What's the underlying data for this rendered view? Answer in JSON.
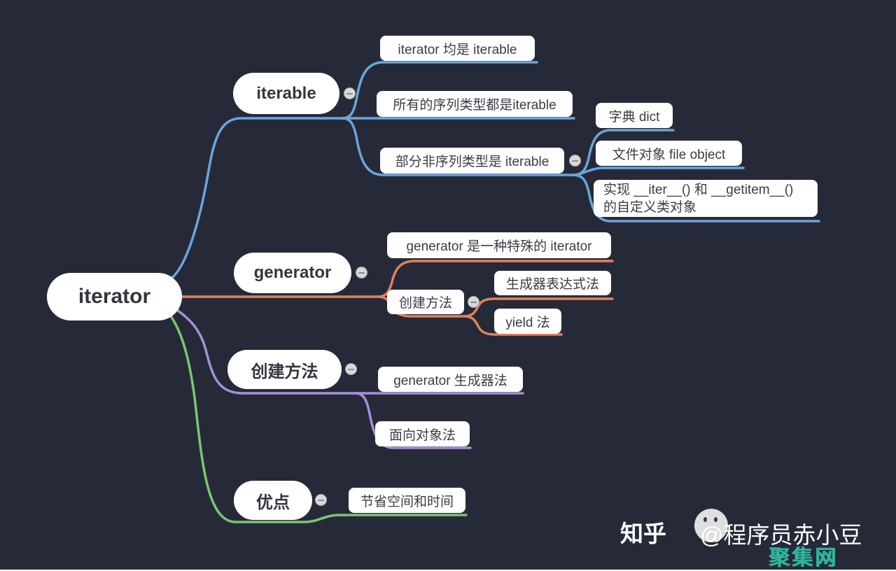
{
  "background": "#262a38",
  "root": {
    "label": "iterator"
  },
  "branches": [
    {
      "label": "iterable",
      "color": "#6BA5DB",
      "children": [
        {
          "label": "iterator 均是 iterable"
        },
        {
          "label": "所有的序列类型都是iterable"
        },
        {
          "label": "部分非序列类型是 iterable",
          "children": [
            {
              "label": "字典 dict"
            },
            {
              "label": "文件对象 file object"
            },
            {
              "label": "实现 __iter__() 和 __getitem__() 的自定义类对象",
              "line1": "实现 __iter__() 和 __getitem__()",
              "line2": "的自定义类对象"
            }
          ]
        }
      ]
    },
    {
      "label": "generator",
      "color": "#E2815A",
      "children": [
        {
          "label": "generator 是一种特殊的 iterator"
        },
        {
          "label": "创建方法",
          "children": [
            {
              "label": "生成器表达式法"
            },
            {
              "label": "yield 法"
            }
          ]
        }
      ]
    },
    {
      "label": "创建方法",
      "color": "#A78FD6",
      "children": [
        {
          "label": "generator 生成器法"
        },
        {
          "label": "面向对象法"
        }
      ]
    },
    {
      "label": "优点",
      "color": "#7CC472",
      "children": [
        {
          "label": "节省空间和时间"
        }
      ]
    }
  ],
  "collapse_icon": "minus",
  "watermark": {
    "source": "知乎",
    "author": "@程序员赤小豆",
    "badge": "聚集网",
    "badge_color": "#2EB49B"
  }
}
